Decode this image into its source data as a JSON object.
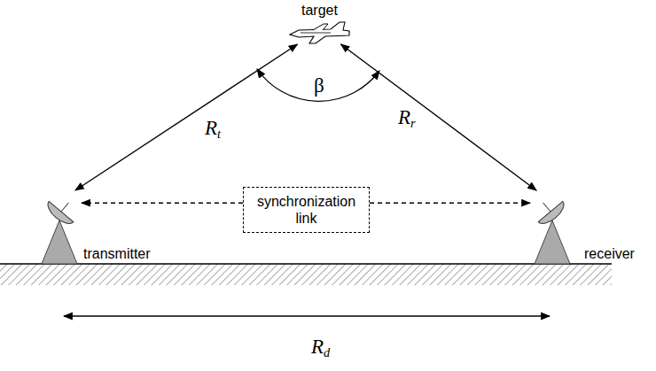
{
  "diagram": {
    "nodes": [
      {
        "text": [
          "target"
        ]
      },
      {
        "text": [
          "transmitter"
        ]
      },
      {
        "text": [
          "synchronization link"
        ]
      },
      {
        "text": [
          "receiver"
        ]
      }
    ],
    "edges": [
      {
        "from": 1,
        "to": 0,
        "arrow": "both",
        "label": "Rt"
      },
      {
        "from": 0,
        "to": 3,
        "arrow": "both",
        "label": "Rr"
      },
      {
        "from": 2,
        "to": 1,
        "arrow": "to"
      },
      {
        "from": 2,
        "to": 3,
        "arrow": "to"
      }
    ],
    "labels": [
      "β",
      "Rd"
    ]
  }
}
